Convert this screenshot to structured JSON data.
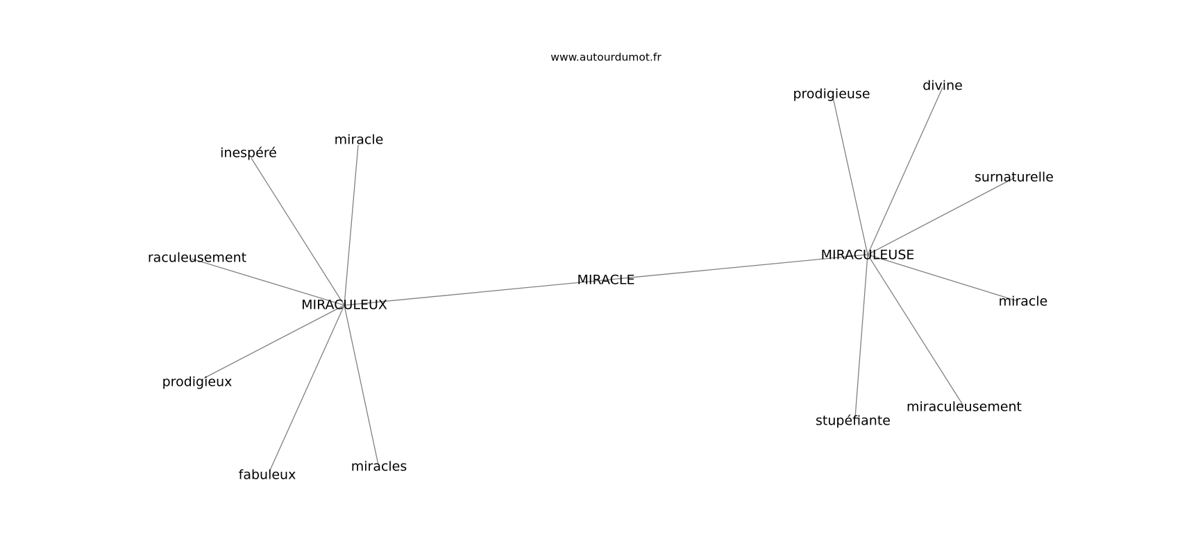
{
  "source_label": "www.autourdumot.fr",
  "graph": {
    "center": "MIRACLE",
    "hubs": [
      {
        "label": "MIRACULEUX",
        "neighbors": [
          "inespéré",
          "miracle",
          "raculeusement",
          "prodigieux",
          "fabuleux",
          "miracles"
        ]
      },
      {
        "label": "MIRACULEUSE",
        "neighbors": [
          "prodigieuse",
          "divine",
          "surnaturelle",
          "miracle",
          "miraculeusement",
          "stupéfiante"
        ]
      }
    ]
  },
  "colors": {
    "edge": "#808080",
    "text": "#000000",
    "background": "#ffffff"
  }
}
